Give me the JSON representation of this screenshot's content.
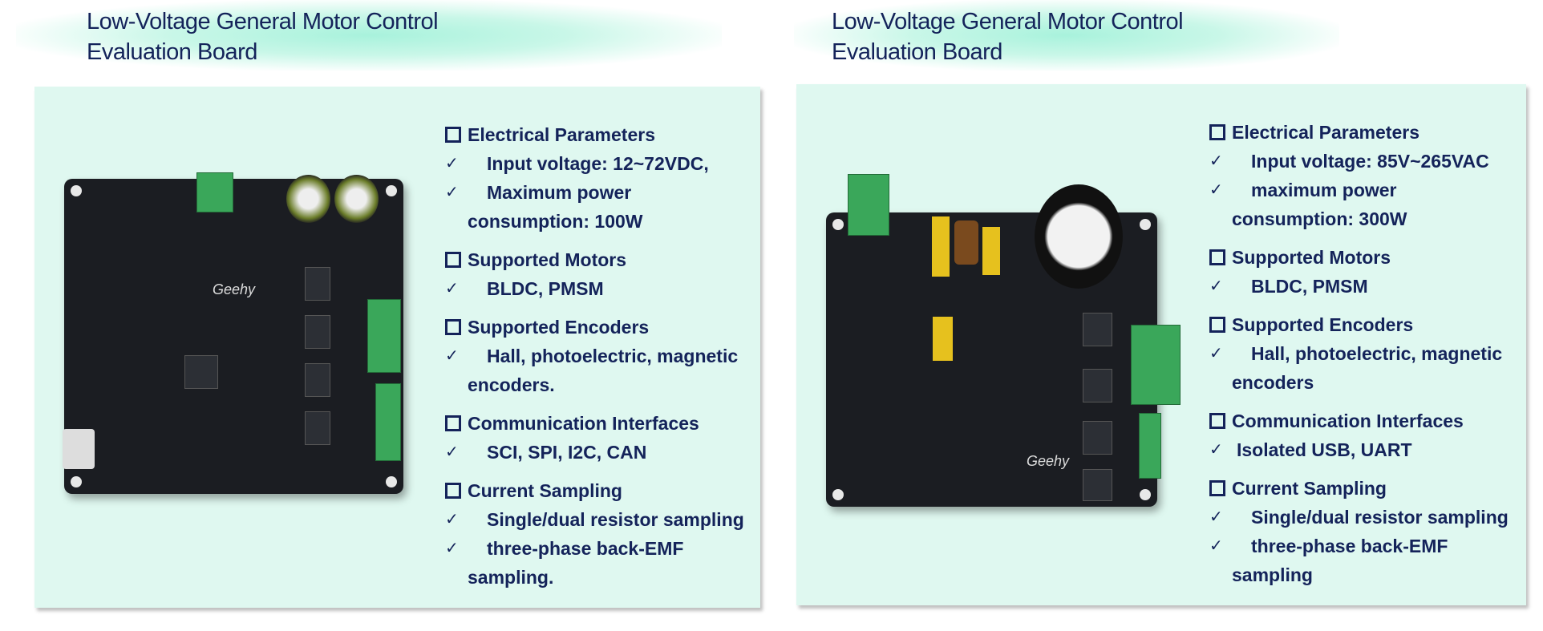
{
  "left": {
    "title_line1": "Low-Voltage General Motor Control",
    "title_line2": "Evaluation Board",
    "board_logo": "Geehy",
    "sections": [
      {
        "heading": "Electrical Parameters",
        "items": [
          "Input voltage: 12~72VDC,",
          "Maximum power",
          "consumption: 100W"
        ]
      },
      {
        "heading": "Supported Motors",
        "items": [
          "BLDC, PMSM"
        ]
      },
      {
        "heading": "Supported Encoders",
        "items": [
          "Hall, photoelectric, magnetic",
          "encoders."
        ]
      },
      {
        "heading": "Communication Interfaces",
        "items": [
          "SCI, SPI, I2C, CAN"
        ]
      },
      {
        "heading": "Current Sampling",
        "items": [
          "Single/dual resistor sampling",
          "three-phase back-EMF",
          "sampling."
        ]
      }
    ]
  },
  "right": {
    "title_line1": "Low-Voltage General Motor Control",
    "title_line2": "Evaluation Board",
    "board_logo": "Geehy",
    "sections": [
      {
        "heading": "Electrical Parameters",
        "items": [
          "Input voltage: 85V~265VAC",
          "maximum power",
          "consumption: 300W"
        ]
      },
      {
        "heading": "Supported Motors",
        "items": [
          "BLDC, PMSM"
        ]
      },
      {
        "heading": "Supported Encoders",
        "items": [
          "Hall, photoelectric, magnetic",
          "encoders"
        ]
      },
      {
        "heading": "Communication Interfaces",
        "items": [
          "Isolated USB, UART"
        ]
      },
      {
        "heading": "Current Sampling",
        "items": [
          "Single/dual resistor sampling",
          "three-phase back-EMF",
          "sampling"
        ]
      }
    ]
  }
}
